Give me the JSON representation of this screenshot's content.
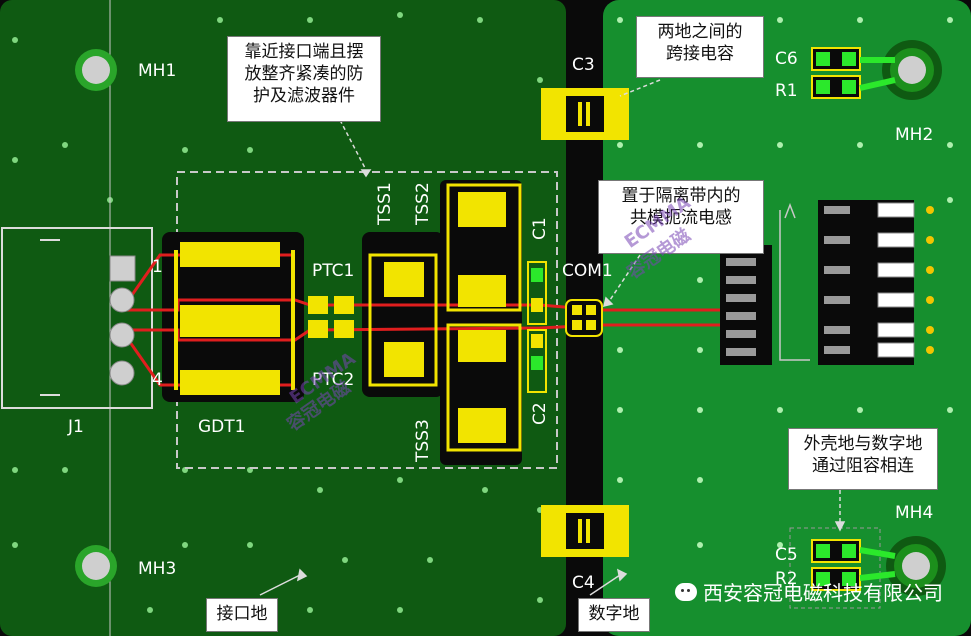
{
  "labels": {
    "mh1": "MH1",
    "mh2": "MH2",
    "mh3": "MH3",
    "mh4": "MH4",
    "c3": "C3",
    "c4": "C4",
    "c6": "C6",
    "r1": "R1",
    "c5": "C5",
    "r2": "R2",
    "tss1": "TSS1",
    "tss2": "TSS2",
    "tss3": "TSS3",
    "c1": "C1",
    "c2": "C2",
    "ptc1": "PTC1",
    "ptc2": "PTC2",
    "com1": "COM1",
    "gdt1": "GDT1",
    "j1": "J1",
    "pin1": "1",
    "pin4": "4"
  },
  "callouts": {
    "protection": "靠近接口端且摆\n放整齐紧凑的防\n护及滤波器件",
    "bridge_cap": "两地之间的\n跨接电容",
    "inductor": "置于隔离带内的\n共模扼流电感",
    "chassis_link": "外壳地与数字地\n通过阻容相连",
    "interface_ground": "接口地",
    "digital_ground": "数字地"
  },
  "watermark": {
    "text1": "ECMMA",
    "text2": "容冠电磁"
  },
  "footer": {
    "company": "西安容冠电磁科技有限公司"
  },
  "colors": {
    "interface_board": "#0f5a12",
    "digital_board": "#168f2e",
    "isolation_gap": "#0a0a0a",
    "pad_yellow": "#f2e400",
    "trace_red": "#e01e1e",
    "silk_white": "#ffffff"
  },
  "icons": [
    "wechat-icon",
    "mounting-hole-icon"
  ]
}
